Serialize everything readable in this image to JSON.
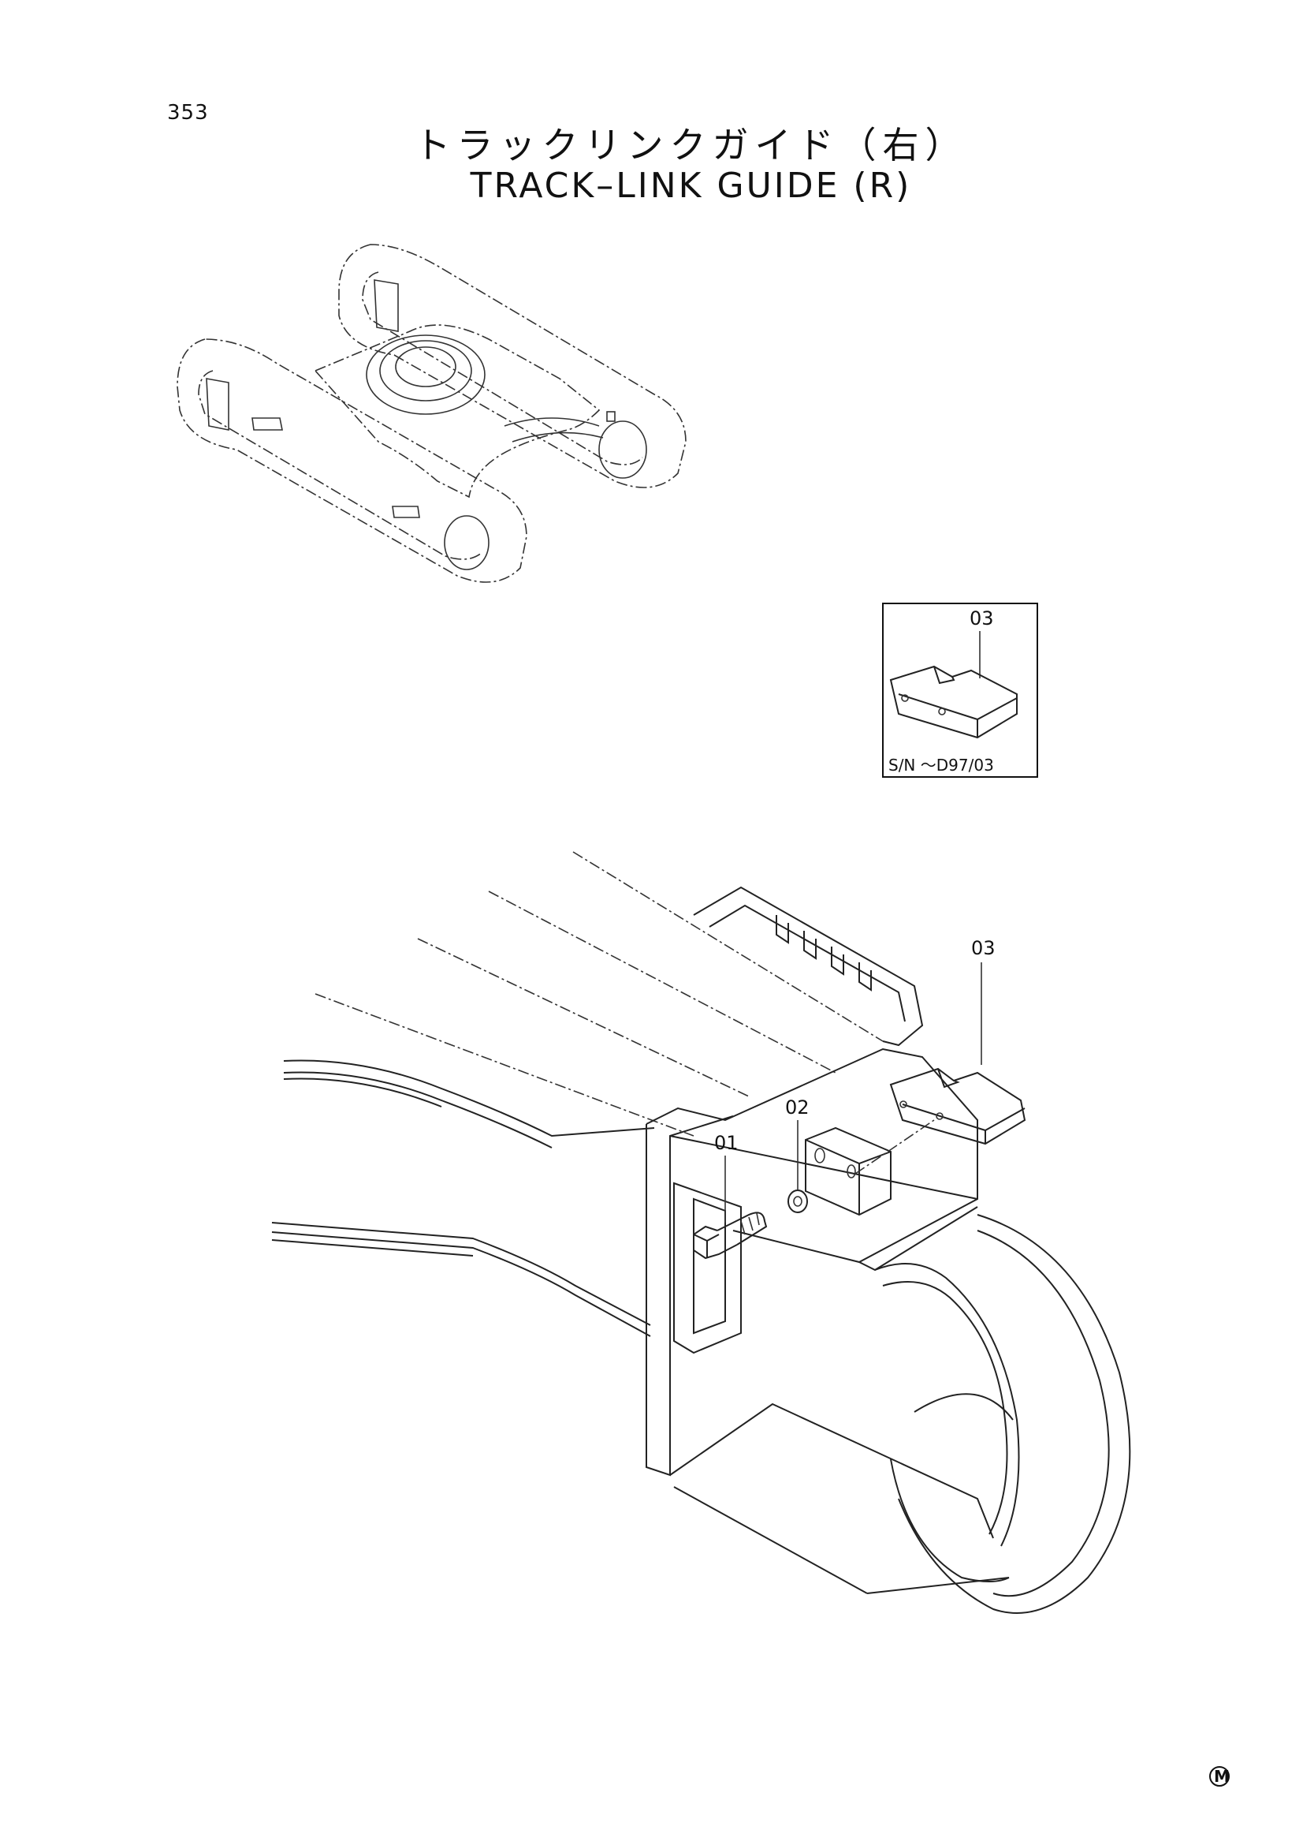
{
  "page": {
    "number": "353"
  },
  "title": {
    "jp": "トラックリンクガイド（右）",
    "en": "TRACK–LINK GUIDE (R)"
  },
  "inset": {
    "callout": "03",
    "note": "S/N ～D97/03"
  },
  "callouts": [
    "01",
    "02",
    "03"
  ],
  "mark": "M"
}
